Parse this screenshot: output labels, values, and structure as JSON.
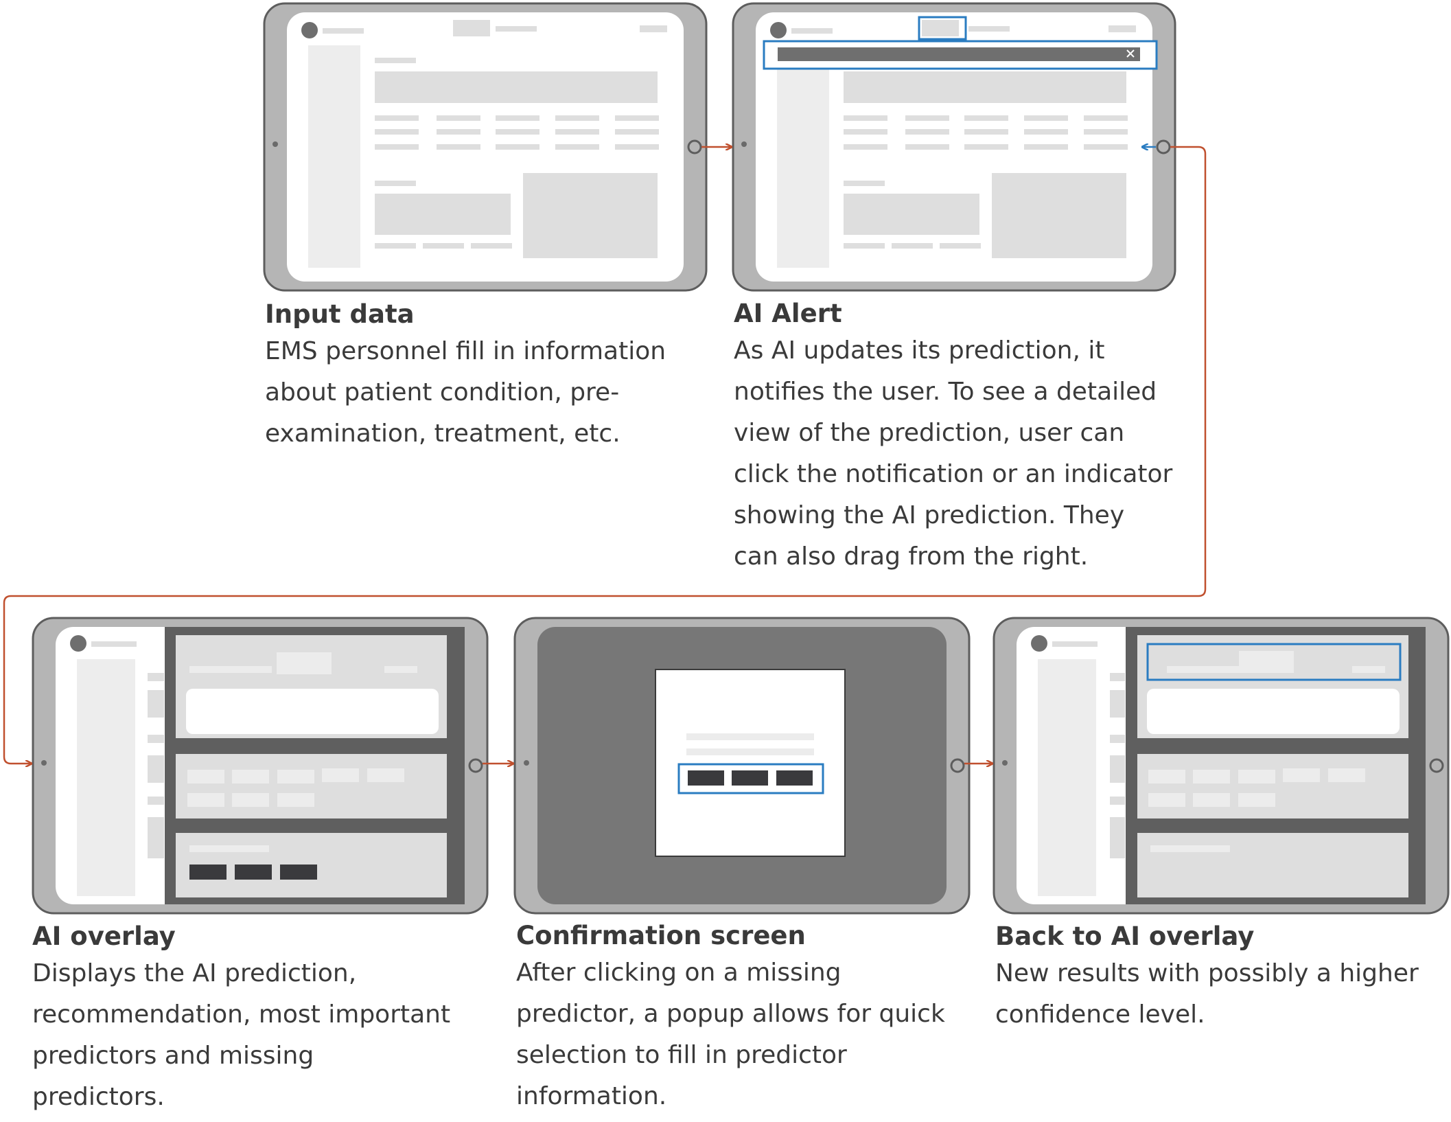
{
  "colors": {
    "tablet_frame": "#b5b5b5",
    "frame_stroke": "#5d5d5d",
    "placeholder": "#dedede",
    "placeholder_dark": "#3a3a3d",
    "overlay_dim": "#777777",
    "highlight": "#2a7cc1",
    "flow_arrow": "#c0502e",
    "back_arrow": "#2a7cc1",
    "text": "#3a3a3a"
  },
  "steps": [
    {
      "id": "input-data",
      "title": "Input data",
      "description": "EMS personnel fill in information\nabout patient condition, pre-\nexamination, treatment, etc."
    },
    {
      "id": "ai-alert",
      "title": "AI Alert",
      "description": "As AI updates its prediction, it\nnotifies the user. To see a detailed\nview of the prediction, user can\nclick the notification or an indicator\nshowing the AI prediction. They\ncan also drag from the right."
    },
    {
      "id": "ai-overlay",
      "title": "AI overlay",
      "description": "Displays the AI prediction,\nrecommendation, most important\npredictors and missing\npredictors."
    },
    {
      "id": "confirmation-screen",
      "title": "Confirmation screen",
      "description": "After clicking on a missing\npredictor, a popup allows for quick\nselection to fill in predictor\ninformation."
    },
    {
      "id": "back-to-ai-overlay",
      "title": "Back to AI overlay",
      "description": "New results with possibly a higher\nconfidence level."
    }
  ],
  "icons": {
    "close": "close-icon",
    "home_button": "home-button-icon",
    "camera": "camera-icon",
    "avatar": "avatar-icon"
  }
}
